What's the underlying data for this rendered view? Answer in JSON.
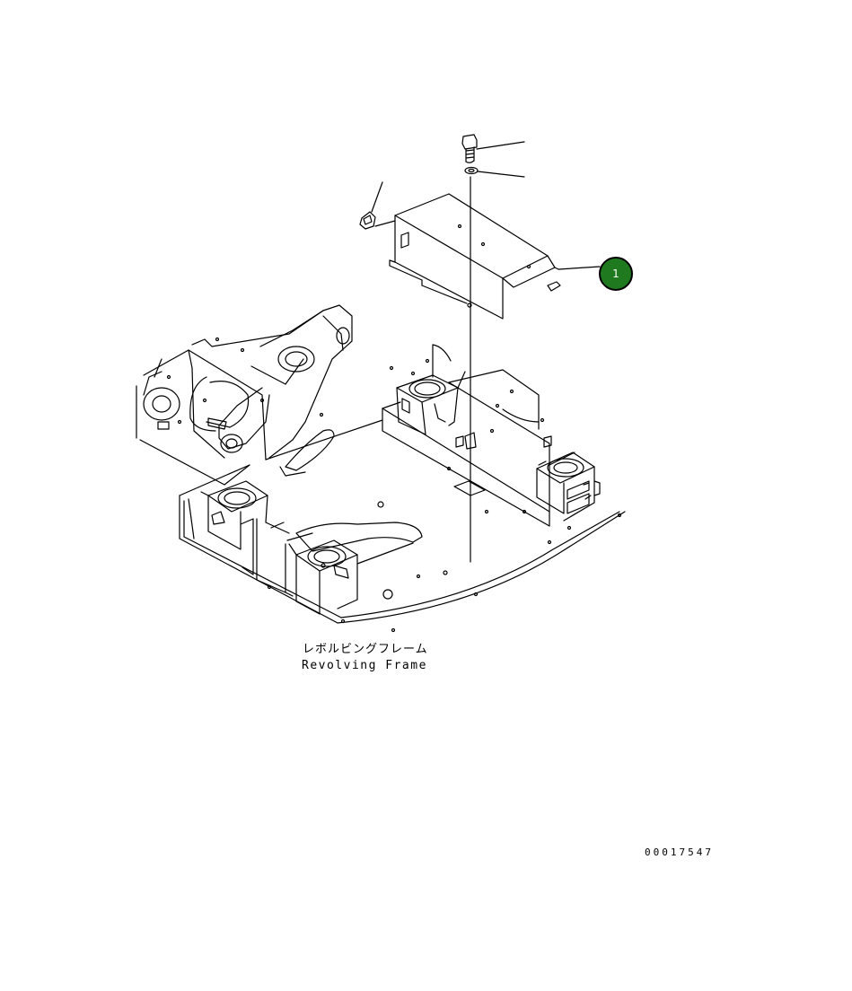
{
  "drawing": {
    "callout_number": "1",
    "callout_fill": "#1f7a1f",
    "callout_stroke": "#000000",
    "line_color": "#000000",
    "background": "#ffffff"
  },
  "labels": {
    "japanese": "レボルビングフレーム",
    "english": "Revolving Frame"
  },
  "drawing_number": "00017547"
}
